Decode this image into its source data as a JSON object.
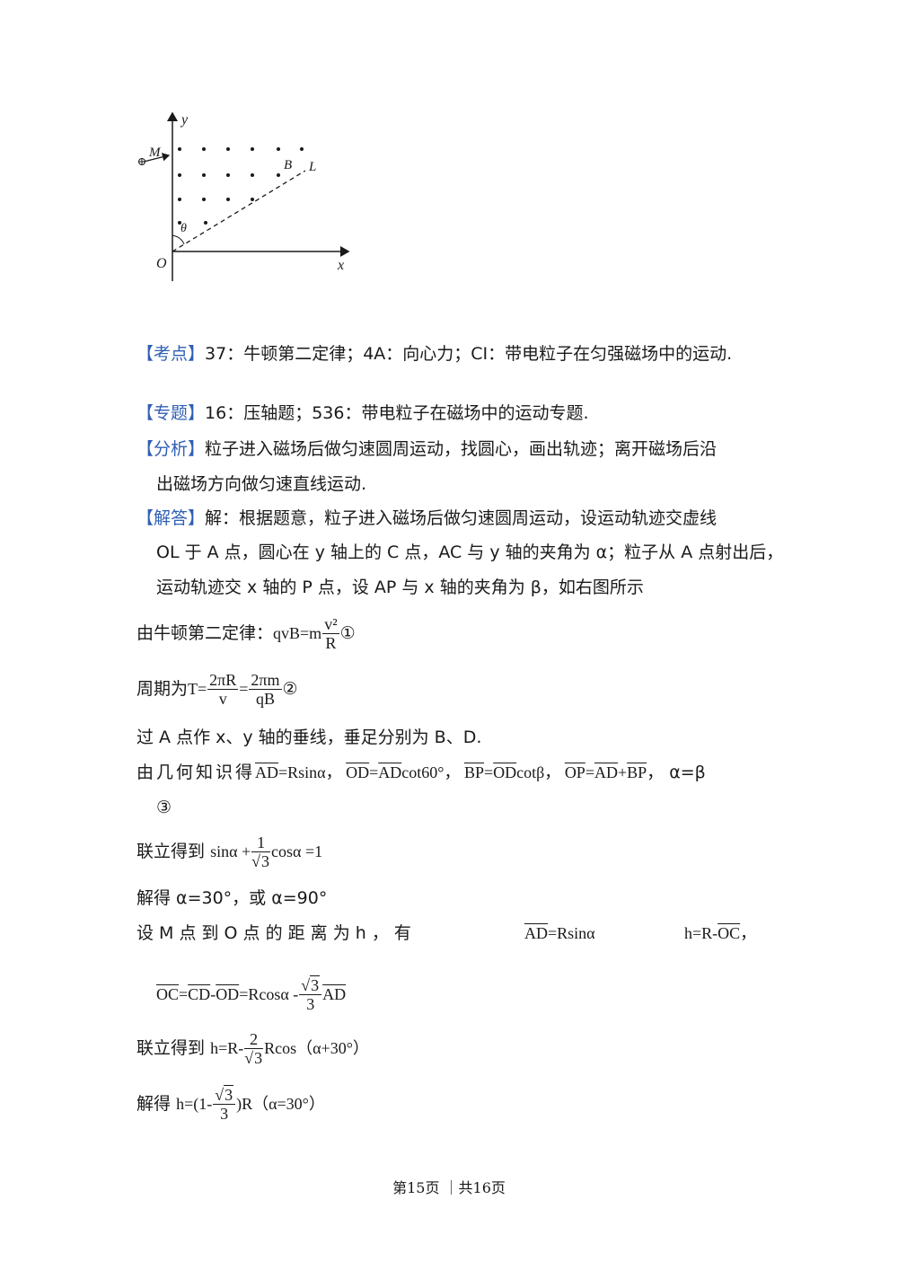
{
  "figure": {
    "label_y": "y",
    "label_x": "x",
    "label_O": "O",
    "label_M": "M",
    "label_B": "B",
    "label_L": "L",
    "label_theta": "θ"
  },
  "kaodian": {
    "tag": "【考点】",
    "text": "37：牛顿第二定律；4A：向心力；CI：带电粒子在匀强磁场中的运动."
  },
  "zhuanti": {
    "tag": "【专题】",
    "text": "16：压轴题；536：带电粒子在磁场中的运动专题."
  },
  "fenxi": {
    "tag": "【分析】",
    "line1": "粒子进入磁场后做匀速圆周运动，找圆心，画出轨迹；离开磁场后沿",
    "line2": "出磁场方向做匀速直线运动."
  },
  "jieda": {
    "tag": "【解答】",
    "line1": "解：根据题意，粒子进入磁场后做匀速圆周运动，设运动轨迹交虚线",
    "line2": "OL 于 A 点，圆心在 y 轴上的 C 点，AC 与 y 轴的夹角为 α；粒子从 A 点射出后，",
    "line3": "运动轨迹交 x 轴的 P 点，设 AP 与 x 轴的夹角为 β，如右图所示"
  },
  "eq1": {
    "prefix": "由牛顿第二定律：",
    "lhs": "qvB=m",
    "num": "v²",
    "den": "R",
    "mark": "①"
  },
  "eq2": {
    "prefix": "周期为",
    "t": "T=",
    "num1": "2πR",
    "den1": "v",
    "eq": "=",
    "num2": "2πm",
    "den2": "qB",
    "mark": "②"
  },
  "line_perp": "过 A 点作 x、y 轴的垂线，垂足分别为 B、D.",
  "geo": {
    "prefix": "由几何知识得",
    "ad": "AD",
    "ad_rhs": "=Rsinα，",
    "od": "OD",
    "od_eq": "=",
    "ad2": "AD",
    "od_rhs": "cot60°，",
    "bp": "BP",
    "bp_eq": "=",
    "od2": "OD",
    "bp_rhs": "cotβ，",
    "op": "OP",
    "op_eq": "=",
    "ad3": "AD",
    "plus": "+",
    "bp2": "BP",
    "tail": "，  α=β",
    "mark": "③"
  },
  "eq3": {
    "prefix": "联立得到",
    "a": "sinα +",
    "num": "1",
    "den": "3",
    "b": "cosα =1"
  },
  "sol1": "解得 α=30°，或 α=90°",
  "dist": {
    "text": "设 M 点 到 O 点 的 距 离 为 h ， 有",
    "ad": "AD",
    "ad_rhs": "=Rsinα",
    "h": "h=R-",
    "oc": "OC",
    "comma": "，"
  },
  "eq4": {
    "oc": "OC",
    "eq": "=",
    "cd": "CD",
    "minus": "-",
    "od": "OD",
    "rhs": "=Rcosα -",
    "num": "3",
    "den": "3",
    "ad": "AD"
  },
  "eq5": {
    "prefix": "联立得到",
    "lhs": "h=R-",
    "num": "2",
    "den": "3",
    "rhs": "Rcos（α+30°）"
  },
  "eq6": {
    "prefix": "解得",
    "lhs": "h=(1-",
    "num": "3",
    "den": "3",
    "rhs": ")R（α=30°）"
  },
  "footer": "第15页 ｜共16页"
}
